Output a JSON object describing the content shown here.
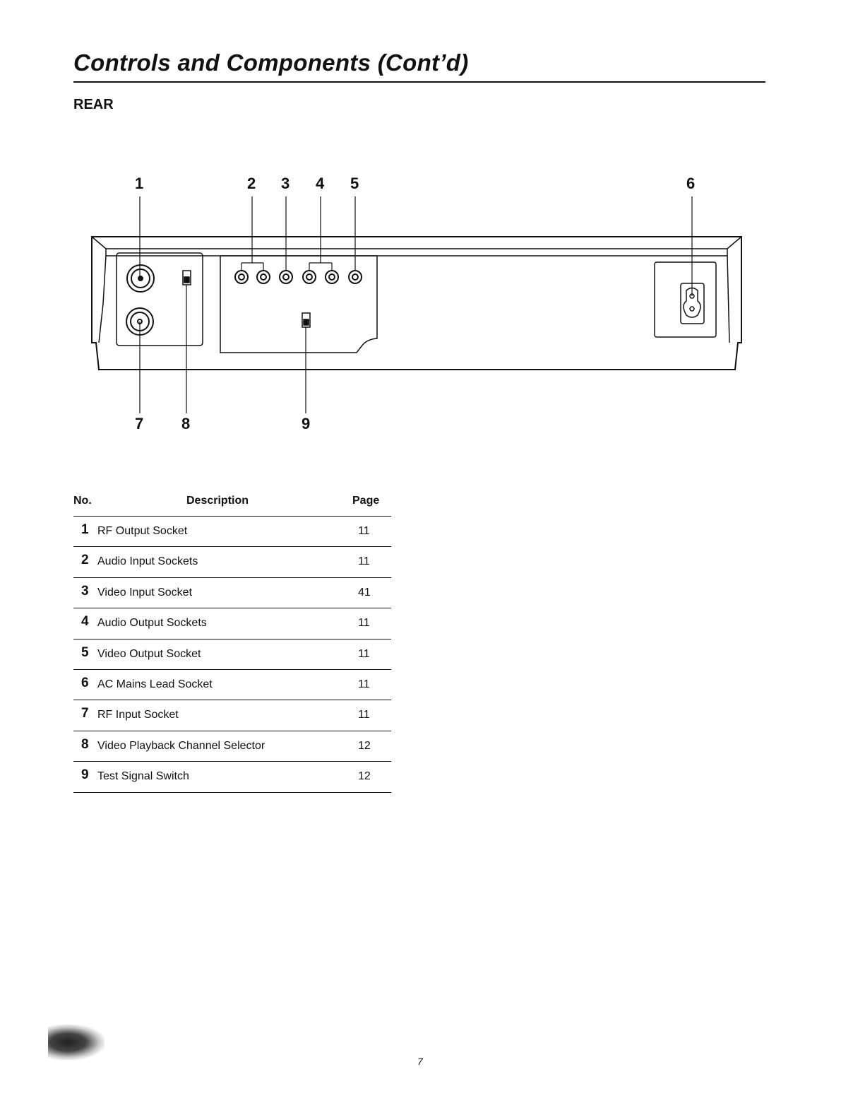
{
  "page": {
    "title": "Controls and Components (Cont’d)",
    "section_heading": "REAR",
    "page_number": "7"
  },
  "diagram": {
    "callouts": [
      "1",
      "2",
      "3",
      "4",
      "5",
      "6",
      "7",
      "8",
      "9"
    ]
  },
  "table": {
    "headers": {
      "no": "No.",
      "description": "Description",
      "page": "Page"
    },
    "rows": [
      {
        "no": "1",
        "description": "RF Output Socket",
        "page": "11"
      },
      {
        "no": "2",
        "description": "Audio Input Sockets",
        "page": "11"
      },
      {
        "no": "3",
        "description": "Video Input Socket",
        "page": "41"
      },
      {
        "no": "4",
        "description": "Audio Output Sockets",
        "page": "11"
      },
      {
        "no": "5",
        "description": "Video Output Socket",
        "page": "11"
      },
      {
        "no": "6",
        "description": "AC Mains Lead Socket",
        "page": "11"
      },
      {
        "no": "7",
        "description": "RF Input Socket",
        "page": "11"
      },
      {
        "no": "8",
        "description": "Video Playback Channel Selector",
        "page": "12"
      },
      {
        "no": "9",
        "description": "Test Signal Switch",
        "page": "12"
      }
    ]
  }
}
